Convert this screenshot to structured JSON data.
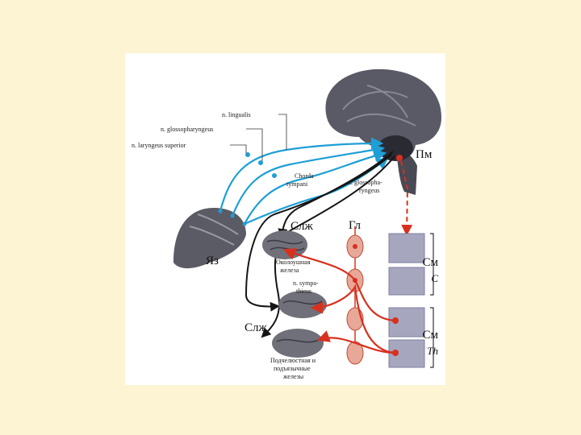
{
  "colors": {
    "background": "#fcf4d2",
    "afferent_blue": "#1e9fd6",
    "efferent_red": "#d8301e",
    "nerve_black": "#151515",
    "brain_gray": "#5a5a66",
    "gland_gray": "#70707a"
  },
  "labels": {
    "n_lingualis": "n. lingualis",
    "n_glossopharyngeus": "n. glossopharyngeus",
    "n_laryngeus_superior": "n. laryngeus superior",
    "chorda_tympani_1": "Chorda",
    "chorda_tympani_2": "tympani",
    "n_glossopharyngeus_b1": "n. glossopha-",
    "n_glossopharyngeus_b2": "ryngeus",
    "pm": "Пм",
    "slzh_top": "Слж",
    "gl": "Гл",
    "yaz": "Яз",
    "okoloushnaya_1": "Околоушная",
    "okoloushnaya_2": "железа",
    "n_sympathicus_1": "n. sympa-",
    "n_sympathicus_2": "thicus",
    "slzh_bottom": "Слж",
    "podchelyust_1": "Подчелюстная и",
    "podchelyust_2": "подъязычные",
    "podchelyust_3": "железы",
    "sm_c": "См",
    "c": "C",
    "sm_th": "См",
    "th": "Th"
  }
}
